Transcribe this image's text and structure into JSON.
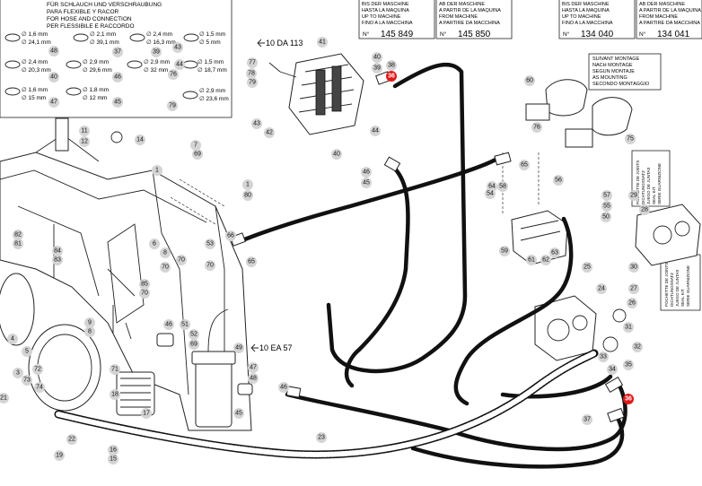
{
  "legend_box": {
    "title_lines": [
      "FÜR SCHLAUCH UND VERSCHRAUBUNG",
      "PARA FLEXIBLE Y RACOR",
      "FOR HOSE AND CONNECTION",
      "PER FLESSIBILE E RACCORDO"
    ],
    "rows": [
      {
        "a": "∅ 1,6 mm",
        "b": "∅ 24,1 mm",
        "n": "48"
      },
      {
        "a": "∅ 2,1 mm",
        "b": "∅ 39,1 mm",
        "n": "37"
      },
      {
        "a": "∅ 2,4 mm",
        "b": "∅ 16,3 mm",
        "n": "39"
      },
      {
        "a": "∅ 1,5 mm",
        "b": "∅ 5 mm",
        "n": "43"
      },
      {
        "a": "∅ 2,4 mm",
        "b": "∅ 20,3 mm",
        "n": "40"
      },
      {
        "a": "∅ 2,9 mm",
        "b": "∅ 29,6 mm",
        "n": "46"
      },
      {
        "a": "∅ 2,9 mm",
        "b": "∅ 32 mm",
        "n": "76"
      },
      {
        "a": "∅ 1,5 mm",
        "b": "∅ 18,7 mm",
        "n": "44"
      },
      {
        "a": "∅ 1,6 mm",
        "b": "∅ 15 mm",
        "n": "47"
      },
      {
        "a": "∅ 1,8 mm",
        "b": "∅ 12 mm",
        "n": "45"
      },
      {
        "a": "∅ 2,9 mm",
        "b": "∅ 23,6 mm",
        "n": "79"
      }
    ]
  },
  "serial_boxes": [
    {
      "lines": [
        "BIS DER MASCHINE",
        "HASTA LA MAQUINA",
        "UP TO MACHINE",
        "FINO A LA MACCHINA"
      ],
      "number": "145 849"
    },
    {
      "lines": [
        "AB DER MASCHINE",
        "A PARTIR DE LA MAQUINA",
        "FROM MACHINE",
        "A PARTIRE DA MACCHINA"
      ],
      "number": "145 850"
    },
    {
      "lines": [
        "BIS DER MASCHINE",
        "HASTA LA MAQUINA",
        "UP TO MACHINE",
        "FINO A LA MACCHINA"
      ],
      "number": "134 040"
    },
    {
      "lines": [
        "AB DER MASCHINE",
        "A PARTIR DE LA MAQUINA",
        "FROM MACHINE",
        "A PARTIRE DA MACCHINA"
      ],
      "number": "134 041"
    }
  ],
  "serial_prefix": "N°",
  "mounting_box": {
    "lines": [
      "SUIVANT MONTAGE",
      "NACH MONTAGE",
      "SEGUN MONTAJE",
      "AS MOUNTING",
      "SECONDO MONTAGGIO"
    ]
  },
  "joint_box": {
    "lines": [
      "POCHETTE DE JOINTS",
      "DICHTUNGSSATZ",
      "JUEGO DE JUNTAS",
      "SEAL KIT",
      "SERIE GUARNIZIONE"
    ]
  },
  "refs": {
    "valve": "10 DA 113",
    "filter": "10 EA 57"
  },
  "colors": {
    "highlight": "#e01919",
    "callout": "#d4d4d4",
    "line": "#111111"
  },
  "callouts": {
    "c41": "41",
    "c77": "77",
    "c78": "78",
    "c79": "79",
    "c43": "43",
    "c42": "42",
    "c40a": "40",
    "c39": "39",
    "c38": "38",
    "c36a": "36",
    "c44": "44",
    "c40b": "40",
    "c46a": "46",
    "c45a": "45",
    "c11": "11",
    "c12": "12",
    "c14": "14",
    "c7": "7",
    "c69": "69",
    "c1": "1",
    "c1b": "1",
    "c80": "80",
    "c82": "82",
    "c81": "81",
    "c84": "84",
    "c83": "83",
    "c6": "6",
    "c70a": "70",
    "c8a": "8",
    "c70b": "70",
    "c85": "85",
    "c70c": "70",
    "c53": "53",
    "c70d": "70",
    "c66": "66",
    "c65a": "65",
    "c46b": "46",
    "c51": "51",
    "c52": "52",
    "c69b": "69",
    "c49": "49",
    "c47": "47",
    "c48": "48",
    "c45b": "45",
    "c46c": "46",
    "c9": "9",
    "c8b": "8",
    "c5": "5",
    "c4": "4",
    "c3": "3",
    "c71": "71",
    "c72": "72",
    "c73": "73",
    "c74": "74",
    "c18": "18",
    "c17": "17",
    "c21": "21",
    "c19": "19",
    "c22": "22",
    "c16": "16",
    "c15": "15",
    "c23": "23",
    "c60": "60",
    "c64": "64",
    "c65b": "65",
    "c54": "54",
    "c58": "58",
    "c56": "56",
    "c61": "61",
    "c62": "62",
    "c63": "63",
    "c57": "57",
    "c55": "55",
    "c50": "50",
    "c59": "59",
    "c29": "29",
    "c28": "28",
    "c30": "30",
    "c27": "27",
    "c26": "26",
    "c25": "25",
    "c24": "24",
    "c75": "75",
    "c76": "76",
    "c31": "31",
    "c32": "32",
    "c33": "33",
    "c34": "34",
    "c35": "35",
    "c36b": "36",
    "c37": "37"
  }
}
